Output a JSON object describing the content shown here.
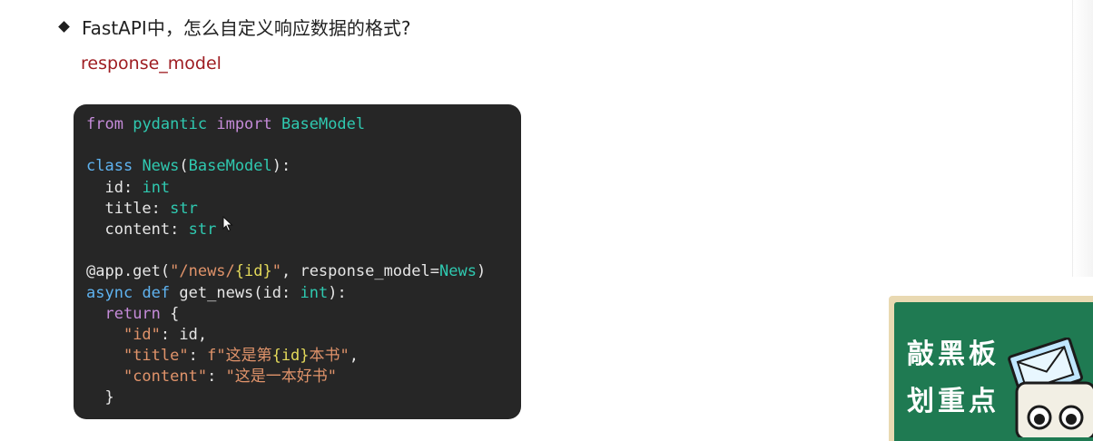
{
  "question": "FastAPI中，怎么自定义响应数据的格式?",
  "subtitle": "response_model",
  "code": {
    "l1": [
      "from",
      "pydantic",
      "import",
      "BaseModel"
    ],
    "l2": [
      "class",
      "News",
      "(",
      "BaseModel",
      "):"
    ],
    "l3": [
      "id",
      ": ",
      "int"
    ],
    "l4": [
      "title",
      ": ",
      "str"
    ],
    "l5": [
      "content",
      ": ",
      "str"
    ],
    "l6": [
      "@app.get(",
      "\"/news/",
      "{id}",
      "\"",
      ", response_model=",
      "News",
      ")"
    ],
    "l7": [
      "async",
      "def",
      "get_news",
      "(id: ",
      "int",
      "):"
    ],
    "l8": [
      "return",
      "{"
    ],
    "l9": [
      "\"id\"",
      ": id,"
    ],
    "l10": [
      "\"title\"",
      ": ",
      "f\"这是第",
      "{id}",
      "本书\"",
      ","
    ],
    "l11": [
      "\"content\"",
      ": ",
      "\"这是一本好书\""
    ],
    "l12": [
      "}"
    ]
  },
  "sticker": {
    "line1": "敲黑板",
    "line2": "划重点"
  },
  "colors": {
    "code_bg": "#262626",
    "keyword": "#c58bd9",
    "keyword_blue": "#5fb3f0",
    "class_name": "#2fc9b0",
    "string": "#e0936a",
    "subtitle": "#9e1d22",
    "board": "#1f7a52"
  }
}
